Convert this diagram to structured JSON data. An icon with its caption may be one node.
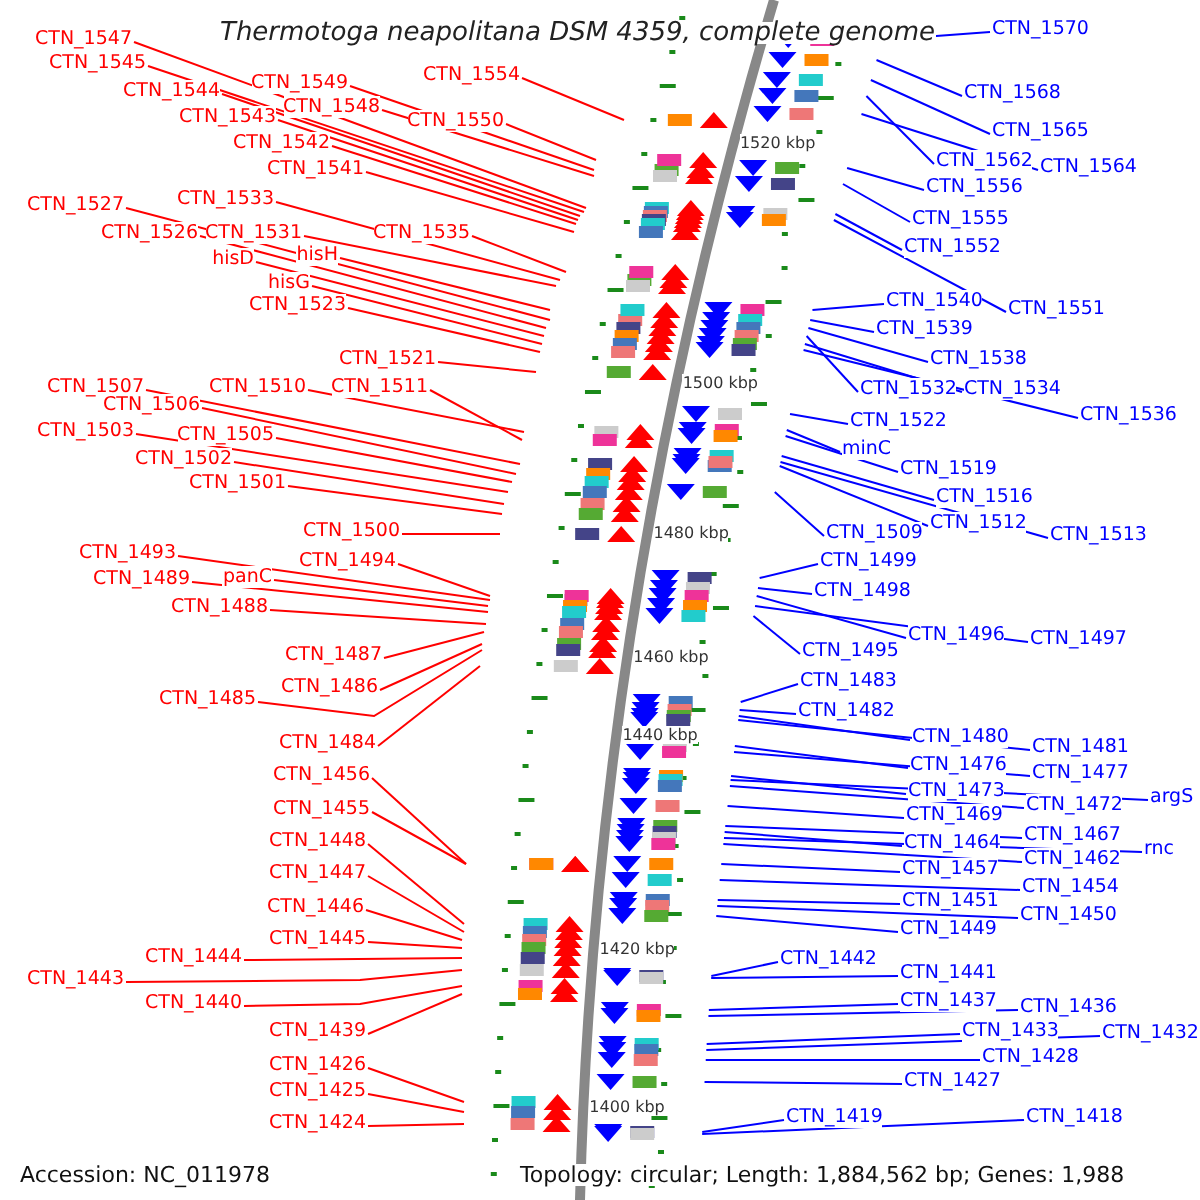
{
  "diagram": {
    "title": "Thermotoga neapolitana DSM 4359, complete genome",
    "nodes": [
      {
        "text": [
          "CTN_1547"
        ]
      },
      {
        "text": [
          "CTN_1545"
        ]
      },
      {
        "text": [
          "CTN_1544"
        ]
      },
      {
        "text": [
          "CTN_1549"
        ]
      },
      {
        "text": [
          "CTN_1543"
        ]
      },
      {
        "text": [
          "CTN_1548"
        ]
      },
      {
        "text": [
          "CTN_1550"
        ]
      },
      {
        "text": [
          "CTN_1554"
        ]
      },
      {
        "text": [
          "CTN_1542"
        ]
      },
      {
        "text": [
          "CTN_1541"
        ]
      },
      {
        "text": [
          "CTN_1527"
        ]
      },
      {
        "text": [
          "CTN_1533"
        ]
      },
      {
        "text": [
          "CTN_1526"
        ]
      },
      {
        "text": [
          "CTN_1531"
        ]
      },
      {
        "text": [
          "CTN_1535"
        ]
      },
      {
        "text": [
          "hisD"
        ]
      },
      {
        "text": [
          "hisH"
        ]
      },
      {
        "text": [
          "hisG"
        ]
      },
      {
        "text": [
          "CTN_1523"
        ]
      },
      {
        "text": [
          "CTN_1521"
        ]
      },
      {
        "text": [
          "CTN_1507"
        ]
      },
      {
        "text": [
          "CTN_1510"
        ]
      },
      {
        "text": [
          "CTN_1511"
        ]
      },
      {
        "text": [
          "CTN_1506"
        ]
      },
      {
        "text": [
          "CTN_1505"
        ]
      },
      {
        "text": [
          "CTN_1503"
        ]
      },
      {
        "text": [
          "CTN_1502"
        ]
      },
      {
        "text": [
          "CTN_1501"
        ]
      },
      {
        "text": [
          "CTN_1500"
        ]
      },
      {
        "text": [
          "CTN_1493"
        ]
      },
      {
        "text": [
          "CTN_1494"
        ]
      },
      {
        "text": [
          "panC"
        ]
      },
      {
        "text": [
          "CTN_1489"
        ]
      },
      {
        "text": [
          "CTN_1488"
        ]
      },
      {
        "text": [
          "CTN_1487"
        ]
      },
      {
        "text": [
          "CTN_1486"
        ]
      },
      {
        "text": [
          "CTN_1485"
        ]
      },
      {
        "text": [
          "CTN_1484"
        ]
      },
      {
        "text": [
          "CTN_1456"
        ]
      },
      {
        "text": [
          "CTN_1455"
        ]
      },
      {
        "text": [
          "CTN_1448"
        ]
      },
      {
        "text": [
          "CTN_1447"
        ]
      },
      {
        "text": [
          "CTN_1446"
        ]
      },
      {
        "text": [
          "CTN_1445"
        ]
      },
      {
        "text": [
          "CTN_1444"
        ]
      },
      {
        "text": [
          "CTN_1443"
        ]
      },
      {
        "text": [
          "CTN_1440"
        ]
      },
      {
        "text": [
          "CTN_1439"
        ]
      },
      {
        "text": [
          "CTN_1426"
        ]
      },
      {
        "text": [
          "CTN_1425"
        ]
      },
      {
        "text": [
          "CTN_1424"
        ]
      },
      {
        "text": [
          "CTN_1570"
        ]
      },
      {
        "text": [
          "CTN_1568"
        ]
      },
      {
        "text": [
          "CTN_1565"
        ]
      },
      {
        "text": [
          "CTN_1562"
        ]
      },
      {
        "text": [
          "CTN_1564"
        ]
      },
      {
        "text": [
          "CTN_1556"
        ]
      },
      {
        "text": [
          "CTN_1555"
        ]
      },
      {
        "text": [
          "CTN_1552"
        ]
      },
      {
        "text": [
          "CTN_1540"
        ]
      },
      {
        "text": [
          "CTN_1551"
        ]
      },
      {
        "text": [
          "CTN_1539"
        ]
      },
      {
        "text": [
          "CTN_1538"
        ]
      },
      {
        "text": [
          "CTN_1532"
        ]
      },
      {
        "text": [
          "CTN_1534"
        ]
      },
      {
        "text": [
          "CTN_1536"
        ]
      },
      {
        "text": [
          "CTN_1522"
        ]
      },
      {
        "text": [
          "minC"
        ]
      },
      {
        "text": [
          "CTN_1519"
        ]
      },
      {
        "text": [
          "CTN_1516"
        ]
      },
      {
        "text": [
          "CTN_1512"
        ]
      },
      {
        "text": [
          "CTN_1513"
        ]
      },
      {
        "text": [
          "CTN_1509"
        ]
      },
      {
        "text": [
          "CTN_1499"
        ]
      },
      {
        "text": [
          "CTN_1498"
        ]
      },
      {
        "text": [
          "CTN_1496"
        ]
      },
      {
        "text": [
          "CTN_1497"
        ]
      },
      {
        "text": [
          "CTN_1495"
        ]
      },
      {
        "text": [
          "CTN_1483"
        ]
      },
      {
        "text": [
          "CTN_1482"
        ]
      },
      {
        "text": [
          "CTN_1480"
        ]
      },
      {
        "text": [
          "CTN_1481"
        ]
      },
      {
        "text": [
          "CTN_1476"
        ]
      },
      {
        "text": [
          "CTN_1477"
        ]
      },
      {
        "text": [
          "CTN_1473"
        ]
      },
      {
        "text": [
          "argS"
        ]
      },
      {
        "text": [
          "CTN_1472"
        ]
      },
      {
        "text": [
          "CTN_1469"
        ]
      },
      {
        "text": [
          "CTN_1467"
        ]
      },
      {
        "text": [
          "CTN_1464"
        ]
      },
      {
        "text": [
          "rnc"
        ]
      },
      {
        "text": [
          "CTN_1462"
        ]
      },
      {
        "text": [
          "CTN_1457"
        ]
      },
      {
        "text": [
          "CTN_1454"
        ]
      },
      {
        "text": [
          "CTN_1451"
        ]
      },
      {
        "text": [
          "CTN_1450"
        ]
      },
      {
        "text": [
          "CTN_1449"
        ]
      },
      {
        "text": [
          "CTN_1442"
        ]
      },
      {
        "text": [
          "CTN_1441"
        ]
      },
      {
        "text": [
          "CTN_1437"
        ]
      },
      {
        "text": [
          "CTN_1436"
        ]
      },
      {
        "text": [
          "CTN_1433"
        ]
      },
      {
        "text": [
          "CTN_1432"
        ]
      },
      {
        "text": [
          "CTN_1428"
        ]
      },
      {
        "text": [
          "CTN_1427"
        ]
      },
      {
        "text": [
          "CTN_1419"
        ]
      },
      {
        "text": [
          "CTN_1418"
        ]
      }
    ],
    "edges": [
      {
        "from": 0,
        "to": null,
        "arrow": "none",
        "color": "#ff0000"
      },
      {
        "from": 1,
        "to": null,
        "arrow": "none",
        "color": "#ff0000"
      },
      {
        "from": 2,
        "to": null,
        "arrow": "none",
        "color": "#ff0000"
      },
      {
        "from": 3,
        "to": null,
        "arrow": "none",
        "color": "#ff0000"
      },
      {
        "from": 4,
        "to": null,
        "arrow": "none",
        "color": "#ff0000"
      },
      {
        "from": 5,
        "to": null,
        "arrow": "none",
        "color": "#ff0000"
      },
      {
        "from": 6,
        "to": null,
        "arrow": "none",
        "color": "#ff0000"
      },
      {
        "from": 7,
        "to": null,
        "arrow": "none",
        "color": "#ff0000"
      },
      {
        "from": 8,
        "to": null,
        "arrow": "none",
        "color": "#ff0000"
      },
      {
        "from": 9,
        "to": null,
        "arrow": "none",
        "color": "#ff0000"
      },
      {
        "from": 10,
        "to": null,
        "arrow": "none",
        "color": "#ff0000"
      },
      {
        "from": 11,
        "to": null,
        "arrow": "none",
        "color": "#ff0000"
      },
      {
        "from": 12,
        "to": null,
        "arrow": "none",
        "color": "#ff0000"
      },
      {
        "from": 13,
        "to": null,
        "arrow": "none",
        "color": "#ff0000"
      },
      {
        "from": 14,
        "to": null,
        "arrow": "none",
        "color": "#ff0000"
      },
      {
        "from": 15,
        "to": null,
        "arrow": "none",
        "color": "#ff0000"
      },
      {
        "from": 16,
        "to": null,
        "arrow": "none",
        "color": "#ff0000"
      },
      {
        "from": 17,
        "to": null,
        "arrow": "none",
        "color": "#ff0000"
      },
      {
        "from": 18,
        "to": null,
        "arrow": "none",
        "color": "#ff0000"
      },
      {
        "from": 19,
        "to": null,
        "arrow": "none",
        "color": "#ff0000"
      },
      {
        "from": 20,
        "to": null,
        "arrow": "none",
        "color": "#ff0000"
      },
      {
        "from": 21,
        "to": null,
        "arrow": "none",
        "color": "#ff0000"
      },
      {
        "from": 22,
        "to": null,
        "arrow": "none",
        "color": "#ff0000"
      },
      {
        "from": 23,
        "to": null,
        "arrow": "none",
        "color": "#ff0000"
      },
      {
        "from": 24,
        "to": null,
        "arrow": "none",
        "color": "#ff0000"
      },
      {
        "from": 25,
        "to": null,
        "arrow": "none",
        "color": "#ff0000"
      },
      {
        "from": 26,
        "to": null,
        "arrow": "none",
        "color": "#ff0000"
      },
      {
        "from": 27,
        "to": null,
        "arrow": "none",
        "color": "#ff0000"
      },
      {
        "from": 28,
        "to": null,
        "arrow": "none",
        "color": "#ff0000"
      },
      {
        "from": 29,
        "to": null,
        "arrow": "none",
        "color": "#ff0000"
      },
      {
        "from": 30,
        "to": null,
        "arrow": "none",
        "color": "#ff0000"
      },
      {
        "from": 31,
        "to": null,
        "arrow": "none",
        "color": "#ff0000"
      },
      {
        "from": 32,
        "to": null,
        "arrow": "none",
        "color": "#ff0000"
      },
      {
        "from": 33,
        "to": null,
        "arrow": "none",
        "color": "#ff0000"
      },
      {
        "from": 34,
        "to": null,
        "arrow": "none",
        "color": "#ff0000"
      },
      {
        "from": 35,
        "to": null,
        "arrow": "none",
        "color": "#ff0000"
      },
      {
        "from": 36,
        "to": null,
        "arrow": "none",
        "color": "#ff0000"
      },
      {
        "from": 37,
        "to": null,
        "arrow": "none",
        "color": "#ff0000"
      },
      {
        "from": 38,
        "to": null,
        "arrow": "none",
        "color": "#ff0000"
      },
      {
        "from": 39,
        "to": null,
        "arrow": "none",
        "color": "#ff0000"
      },
      {
        "from": 40,
        "to": null,
        "arrow": "none",
        "color": "#ff0000"
      },
      {
        "from": 41,
        "to": null,
        "arrow": "none",
        "color": "#ff0000"
      },
      {
        "from": 42,
        "to": null,
        "arrow": "none",
        "color": "#ff0000"
      },
      {
        "from": 43,
        "to": null,
        "arrow": "none",
        "color": "#ff0000"
      },
      {
        "from": 44,
        "to": null,
        "arrow": "none",
        "color": "#ff0000"
      },
      {
        "from": 45,
        "to": null,
        "arrow": "none",
        "color": "#ff0000"
      },
      {
        "from": 46,
        "to": null,
        "arrow": "none",
        "color": "#ff0000"
      },
      {
        "from": 47,
        "to": null,
        "arrow": "none",
        "color": "#ff0000"
      },
      {
        "from": 48,
        "to": null,
        "arrow": "none",
        "color": "#ff0000"
      },
      {
        "from": 49,
        "to": null,
        "arrow": "none",
        "color": "#ff0000"
      },
      {
        "from": 50,
        "to": null,
        "arrow": "none",
        "color": "#ff0000"
      },
      {
        "from": 51,
        "to": null,
        "arrow": "none"
      },
      {
        "from": 52,
        "to": null,
        "arrow": "none"
      },
      {
        "from": 53,
        "to": null,
        "arrow": "none"
      },
      {
        "from": 54,
        "to": null,
        "arrow": "none"
      },
      {
        "from": 55,
        "to": null,
        "arrow": "none"
      },
      {
        "from": 56,
        "to": null,
        "arrow": "none"
      },
      {
        "from": 57,
        "to": null,
        "arrow": "none"
      },
      {
        "from": 58,
        "to": null,
        "arrow": "none"
      },
      {
        "from": 59,
        "to": null,
        "arrow": "none"
      },
      {
        "from": 60,
        "to": null,
        "arrow": "none"
      },
      {
        "from": 61,
        "to": null,
        "arrow": "none"
      },
      {
        "from": 62,
        "to": null,
        "arrow": "none"
      },
      {
        "from": 63,
        "to": null,
        "arrow": "none"
      },
      {
        "from": 64,
        "to": null,
        "arrow": "none"
      },
      {
        "from": 65,
        "to": null,
        "arrow": "none"
      },
      {
        "from": 66,
        "to": null,
        "arrow": "none"
      },
      {
        "from": 67,
        "to": null,
        "arrow": "none"
      },
      {
        "from": 68,
        "to": null,
        "arrow": "none"
      },
      {
        "from": 69,
        "to": null,
        "arrow": "none"
      },
      {
        "from": 70,
        "to": null,
        "arrow": "none"
      },
      {
        "from": 71,
        "to": null,
        "arrow": "none"
      },
      {
        "from": 72,
        "to": null,
        "arrow": "none"
      },
      {
        "from": 73,
        "to": null,
        "arrow": "none"
      },
      {
        "from": 74,
        "to": null,
        "arrow": "none"
      },
      {
        "from": 75,
        "to": null,
        "arrow": "none"
      },
      {
        "from": 76,
        "to": null,
        "arrow": "none"
      },
      {
        "from": 77,
        "to": null,
        "arrow": "none"
      },
      {
        "from": 78,
        "to": null,
        "arrow": "none"
      },
      {
        "from": 79,
        "to": null,
        "arrow": "none"
      },
      {
        "from": 80,
        "to": null,
        "arrow": "none"
      },
      {
        "from": 81,
        "to": null,
        "arrow": "none"
      },
      {
        "from": 82,
        "to": null,
        "arrow": "none"
      },
      {
        "from": 83,
        "to": null,
        "arrow": "none"
      },
      {
        "from": 84,
        "to": null,
        "arrow": "none"
      },
      {
        "from": 85,
        "to": null,
        "arrow": "none"
      },
      {
        "from": 86,
        "to": null,
        "arrow": "none"
      },
      {
        "from": 87,
        "to": null,
        "arrow": "none"
      },
      {
        "from": 88,
        "to": null,
        "arrow": "none"
      },
      {
        "from": 89,
        "to": null,
        "arrow": "none"
      },
      {
        "from": 90,
        "to": null,
        "arrow": "none"
      },
      {
        "from": 91,
        "to": null,
        "arrow": "none"
      },
      {
        "from": 92,
        "to": null,
        "arrow": "none"
      },
      {
        "from": 93,
        "to": null,
        "arrow": "none"
      },
      {
        "from": 94,
        "to": null,
        "arrow": "none"
      },
      {
        "from": 95,
        "to": null,
        "arrow": "none"
      },
      {
        "from": 96,
        "to": null,
        "arrow": "none"
      },
      {
        "from": 97,
        "to": null,
        "arrow": "none"
      },
      {
        "from": 98,
        "to": null,
        "arrow": "none"
      },
      {
        "from": 99,
        "to": null,
        "arrow": "none"
      },
      {
        "from": 100,
        "to": null,
        "arrow": "none"
      },
      {
        "from": 101,
        "to": null,
        "arrow": "none"
      },
      {
        "from": 102,
        "to": null,
        "arrow": "none"
      },
      {
        "from": 103,
        "to": null,
        "arrow": "none"
      },
      {
        "from": 104,
        "to": null,
        "arrow": "none"
      },
      {
        "from": 105,
        "to": null,
        "arrow": "none"
      },
      {
        "from": 106,
        "to": null,
        "arrow": "none"
      }
    ],
    "labels": [
      "1520 kbp",
      "1500 kbp",
      "1480 kbp",
      "1460 kbp",
      "1440 kbp",
      "1420 kbp",
      "1400 kbp",
      "Accession: NC_011978",
      "Topology: circular; Length: 1,884,562 bp; Genes: 1,988"
    ]
  }
}
